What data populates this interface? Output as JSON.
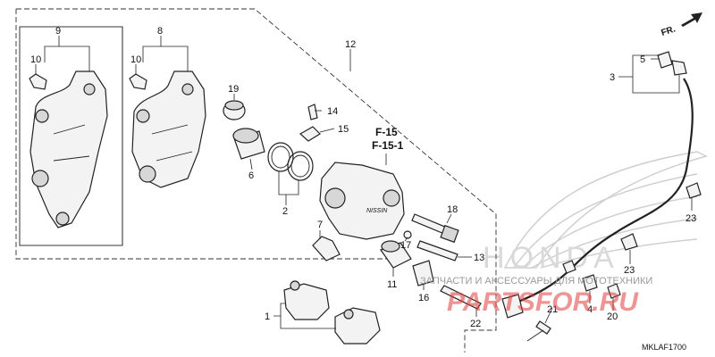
{
  "part_numbers": {
    "p1": "1",
    "p2": "2",
    "p3": "3",
    "p4": "4",
    "p5": "5",
    "p6": "6",
    "p7": "7",
    "p8": "8",
    "p9": "9",
    "p10a": "10",
    "p10b": "10",
    "p11": "11",
    "p12": "12",
    "p13": "13",
    "p14": "14",
    "p15": "15",
    "p16": "16",
    "p17": "17",
    "p18": "18",
    "p19": "19",
    "p20": "20",
    "p21": "21",
    "p22": "22",
    "p23a": "23",
    "p23b": "23"
  },
  "refs": {
    "f15": "F-15",
    "f151": "F-15-1"
  },
  "direction_label": "FR.",
  "diagram_code": "MKLAF1700",
  "watermark": {
    "brand": "HONDA",
    "tagline": "ЗАПЧАСТИ И АКСЕССУАРЫ ДЛЯ МОТОТЕХНИКИ",
    "site": "PARTSFOR.RU"
  },
  "colors": {
    "ink": "#222222",
    "watermark_red": "#e23b3b",
    "watermark_grey": "#9a9a9a"
  }
}
